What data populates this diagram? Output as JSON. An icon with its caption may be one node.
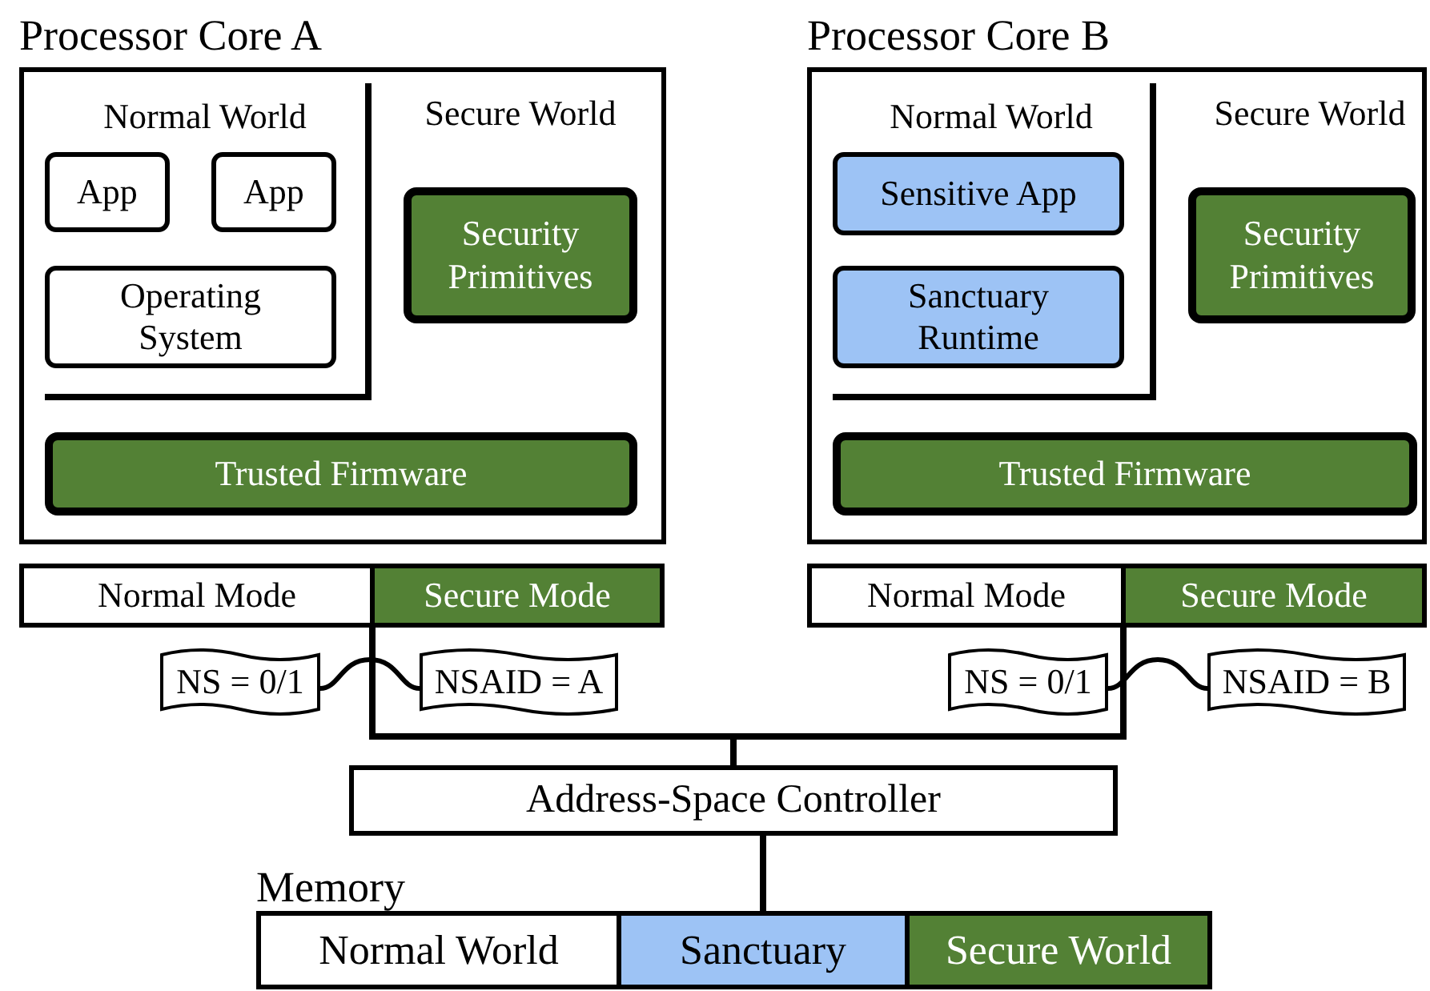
{
  "diagram": {
    "nodes": [
      {
        "text": [
          "Processor Core A"
        ]
      },
      {
        "text": [
          "Normal World"
        ],
        "in": 0
      },
      {
        "text": [
          "App"
        ],
        "in": 1
      },
      {
        "text": [
          "App"
        ],
        "in": 1
      },
      {
        "text": [
          "Operating System"
        ],
        "in": 1
      },
      {
        "text": [
          "Security Primitives"
        ],
        "in": 0
      },
      {
        "text": [
          "Trusted Firmware"
        ],
        "in": 0
      },
      {
        "text": [
          "Normal Mode"
        ]
      },
      {
        "text": [
          "Secure Mode"
        ]
      },
      {
        "text": [
          "NS = 0/1"
        ]
      },
      {
        "text": [
          "NSAID = A"
        ]
      },
      {
        "text": [
          "Processor Core B"
        ]
      },
      {
        "text": [
          "Normal World"
        ],
        "in": 11
      },
      {
        "text": [
          "Sensitive App"
        ],
        "in": 12
      },
      {
        "text": [
          "Sanctuary Runtime"
        ],
        "in": 12
      },
      {
        "text": [
          "Security Primitives"
        ],
        "in": 11
      },
      {
        "text": [
          "Trusted Firmware"
        ],
        "in": 11
      },
      {
        "text": [
          "Normal Mode"
        ]
      },
      {
        "text": [
          "Secure Mode"
        ]
      },
      {
        "text": [
          "NS = 0/1"
        ]
      },
      {
        "text": [
          "NSAID = B"
        ]
      },
      {
        "text": [
          "Address-Space Controller"
        ]
      },
      {
        "text": [
          "Memory"
        ]
      },
      {
        "text": [
          "Normal World"
        ],
        "in": 22
      },
      {
        "text": [
          "Sanctuary"
        ],
        "in": 22
      },
      {
        "text": [
          "Secure World"
        ],
        "in": 22
      }
    ],
    "edges": [
      {
        "from": 7,
        "to": 21,
        "arrow": "none"
      },
      {
        "from": 8,
        "to": 21,
        "arrow": "none"
      },
      {
        "from": 17,
        "to": 21,
        "arrow": "none"
      },
      {
        "from": 18,
        "to": 21,
        "arrow": "none"
      },
      {
        "from": 21,
        "to": 24,
        "arrow": "none"
      },
      {
        "from": 9,
        "to": 10,
        "arrow": "none"
      },
      {
        "from": 19,
        "to": 20,
        "arrow": "none"
      }
    ],
    "labels": [
      "Secure World",
      "Secure World"
    ]
  }
}
